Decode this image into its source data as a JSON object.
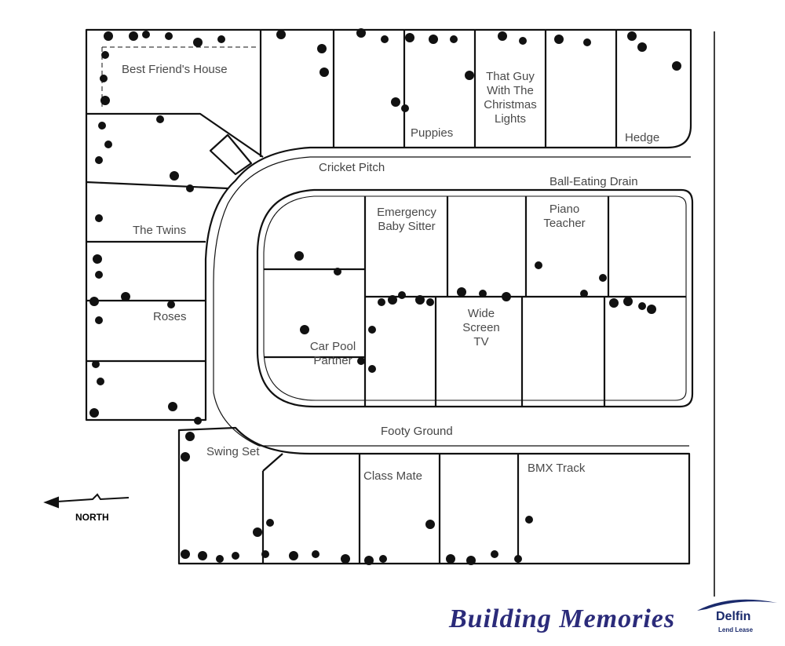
{
  "map": {
    "lot_labels": {
      "best_friends_house": "Best Friend's House",
      "puppies": "Puppies",
      "christmas_lights": [
        "That Guy",
        "With The",
        "Christmas",
        "Lights"
      ],
      "hedge": "Hedge",
      "the_twins": "The Twins",
      "roses": "Roses",
      "emergency_baby_sitter": [
        "Emergency",
        "Baby Sitter"
      ],
      "piano_teacher": [
        "Piano",
        "Teacher"
      ],
      "wide_screen_tv": [
        "Wide",
        "Screen",
        "TV"
      ],
      "car_pool_partner": [
        "Car Pool",
        "Partner"
      ],
      "swing_set": "Swing Set",
      "class_mate": "Class Mate",
      "bmx_track": "BMX Track"
    },
    "street_labels": {
      "cricket_pitch": "Cricket Pitch",
      "ball_eating_drain": "Ball-Eating Drain",
      "footy_ground": "Footy Ground"
    },
    "north_label": "NORTH"
  },
  "branding": {
    "tagline": "Building Memories",
    "logo_name": "Delfin",
    "logo_sub": "Lend Lease",
    "logo_color": "#1a2a6c"
  }
}
